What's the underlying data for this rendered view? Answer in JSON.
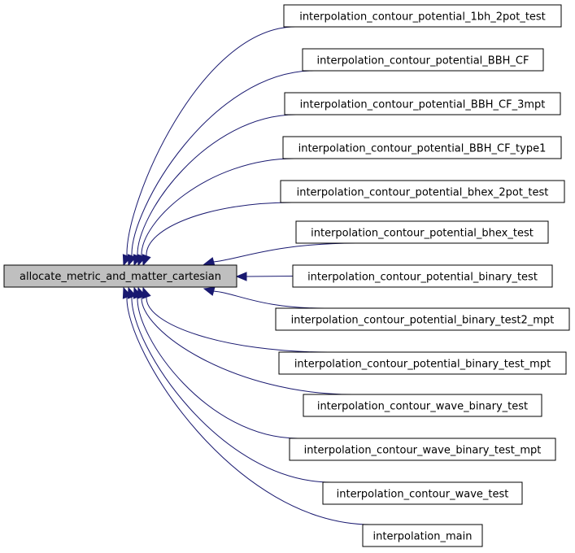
{
  "diagram": {
    "edge_color": "#191970",
    "focus_fill": "#bfbfbf",
    "root": {
      "label": "allocate_metric_and_matter_cartesian"
    },
    "callers": [
      {
        "label": "interpolation_contour_potential_1bh_2pot_test"
      },
      {
        "label": "interpolation_contour_potential_BBH_CF"
      },
      {
        "label": "interpolation_contour_potential_BBH_CF_3mpt"
      },
      {
        "label": "interpolation_contour_potential_BBH_CF_type1"
      },
      {
        "label": "interpolation_contour_potential_bhex_2pot_test"
      },
      {
        "label": "interpolation_contour_potential_bhex_test"
      },
      {
        "label": "interpolation_contour_potential_binary_test"
      },
      {
        "label": "interpolation_contour_potential_binary_test2_mpt"
      },
      {
        "label": "interpolation_contour_potential_binary_test_mpt"
      },
      {
        "label": "interpolation_contour_wave_binary_test"
      },
      {
        "label": "interpolation_contour_wave_binary_test_mpt"
      },
      {
        "label": "interpolation_contour_wave_test"
      },
      {
        "label": "interpolation_main"
      }
    ]
  }
}
